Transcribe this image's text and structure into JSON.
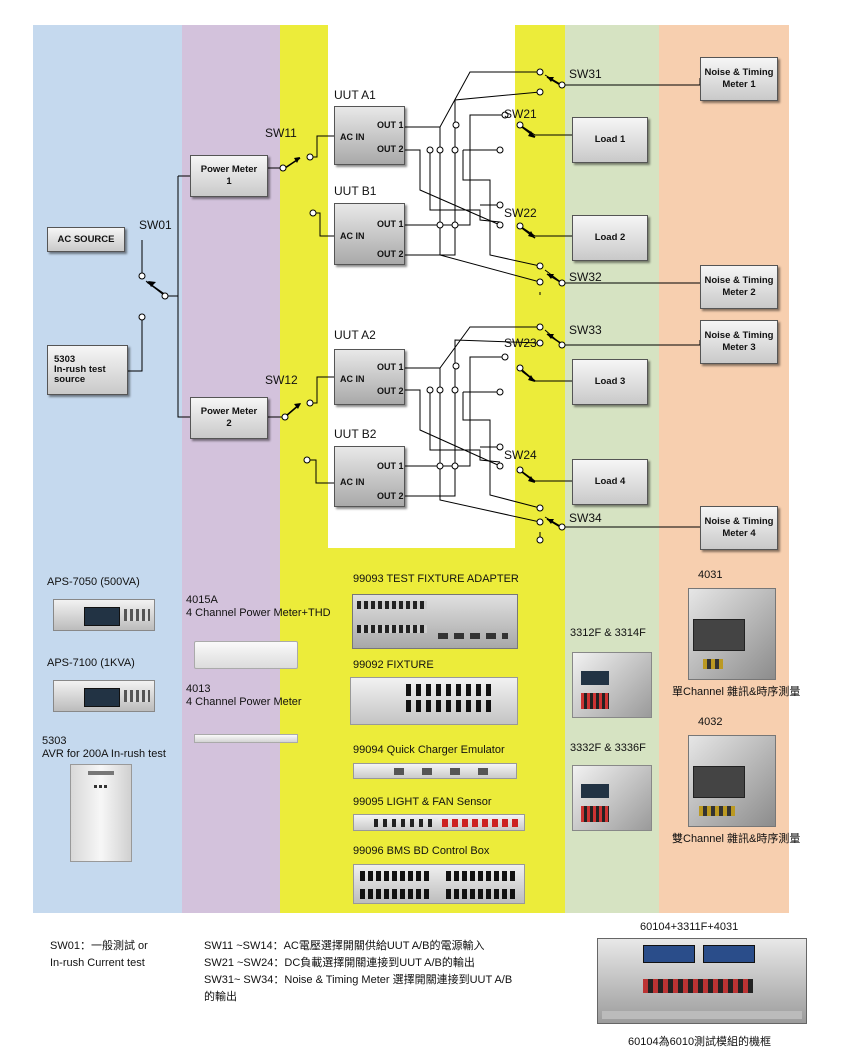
{
  "colors": {
    "source_column": "#c5d9ee",
    "meter_column": "#d3c2dc",
    "switch_column": "#ecec3a",
    "load_column": "#d6e3c2",
    "noise_column": "#f7cfaf"
  },
  "source": {
    "ac_source": "AC SOURCE",
    "inrush_source": "5303\nIn-rush test\nsource",
    "sw01": "SW01"
  },
  "power_meters": [
    {
      "name": "Power Meter\n1",
      "switch": "SW11"
    },
    {
      "name": "Power Meter\n2",
      "switch": "SW12"
    }
  ],
  "uuts": [
    {
      "title": "UUT A1",
      "ac_in": "AC IN",
      "out1": "OUT 1",
      "out2": "OUT 2"
    },
    {
      "title": "UUT B1",
      "ac_in": "AC IN",
      "out1": "OUT 1",
      "out2": "OUT 2"
    },
    {
      "title": "UUT A2",
      "ac_in": "AC IN",
      "out1": "OUT 1",
      "out2": "OUT 2"
    },
    {
      "title": "UUT B2",
      "ac_in": "AC IN",
      "out1": "OUT 1",
      "out2": "OUT 2"
    }
  ],
  "load_switches": [
    "SW21",
    "SW22",
    "SW23",
    "SW24"
  ],
  "noise_switches": [
    "SW31",
    "SW32",
    "SW33",
    "SW34"
  ],
  "loads": [
    "Load 1",
    "Load 2",
    "Load 3",
    "Load 4"
  ],
  "noise_meters": [
    "Noise & Timing\nMeter 1",
    "Noise & Timing\nMeter 2",
    "Noise & Timing\nMeter 3",
    "Noise & Timing\nMeter 4"
  ],
  "equipment": {
    "aps7050": "APS-7050 (500VA)",
    "aps7100": "APS-7100 (1KVA)",
    "avr5303": "5303\nAVR for 200A In-rush test",
    "pm4015a": "4015A\n4 Channel Power Meter+THD",
    "pm4013": "4013\n4 Channel Power Meter",
    "f99093": "99093 TEST FIXTURE ADAPTER",
    "f99092": "99092 FIXTURE",
    "f99094": "99094 Quick Charger Emulator",
    "f99095": "99095 LIGHT & FAN Sensor",
    "f99096": "99096 BMS BD Control Box",
    "load3312": "3312F & 3314F",
    "load3332": "3332F & 3336F",
    "m4031": "4031",
    "m4031_desc": "單Channel 雜訊&時序測量",
    "m4032": "4032",
    "m4032_desc": "雙Channel 雜訊&時序測量"
  },
  "notes": {
    "sw01": "SW01：一般測試 or\nIn-rush Current test",
    "sw11": "SW11 ~SW14：AC電壓選擇開關供給UUT A/B的電源輸入\nSW21 ~SW24：DC負載選擇開關連接到UUT A/B的輸出\nSW31~ SW34：Noise & Timing Meter 選擇開關連接到UUT A/B\n                    的輸出",
    "mainframe_title": "60104+3311F+4031",
    "mainframe_caption": "60104為6010測試模組的機框"
  }
}
